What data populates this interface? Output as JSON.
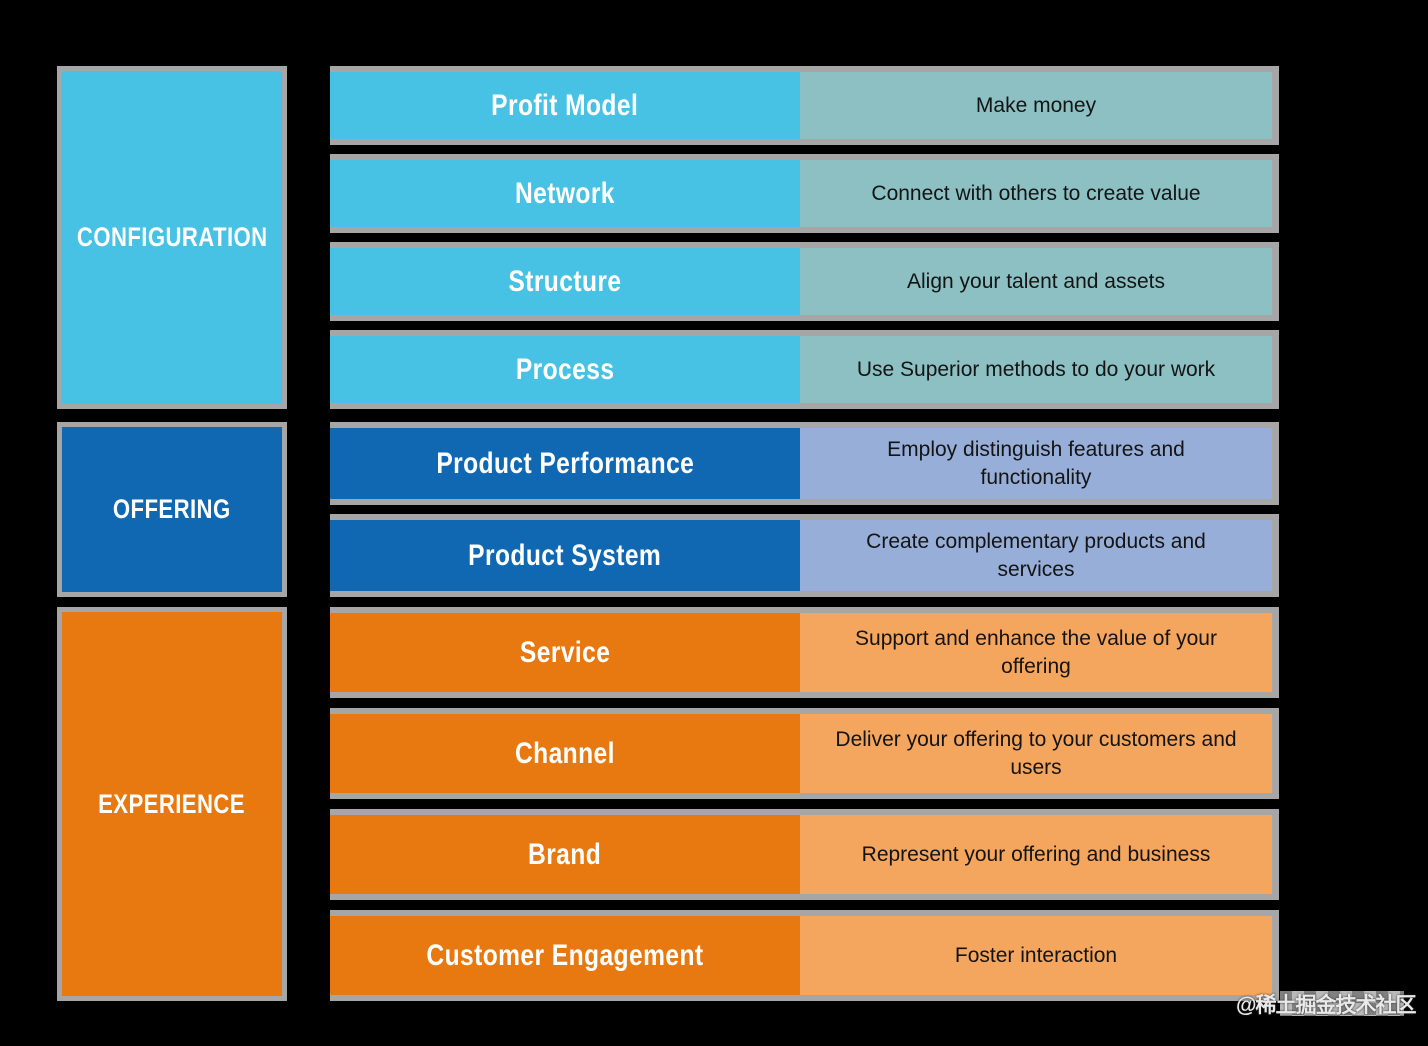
{
  "colors": {
    "background": "#000000",
    "border_gray": "#a6a6a6",
    "label_text": "#ffffff",
    "description_text": "#141414",
    "configuration_accent": "#47c1e4",
    "configuration_description_bg": "#8cc0c3",
    "offering_accent": "#1068b2",
    "offering_description_bg": "#97aed8",
    "experience_accent": "#e87910",
    "experience_description_bg": "#f4a55e"
  },
  "sections": [
    {
      "name": "CONFIGURATION",
      "color": "#47c1e4",
      "desc_color": "#8cc0c3",
      "rows": [
        {
          "label": "Profit Model",
          "desc": "Make money"
        },
        {
          "label": "Network",
          "desc": "Connect with others to create value"
        },
        {
          "label": "Structure",
          "desc": "Align your talent and assets"
        },
        {
          "label": "Process",
          "desc": "Use Superior methods to do your work"
        }
      ]
    },
    {
      "name": "OFFERING",
      "color": "#1068b2",
      "desc_color": "#97aed8",
      "rows": [
        {
          "label": "Product Performance",
          "desc": "Employ distinguish features and\nfunctionality"
        },
        {
          "label": "Product System",
          "desc": "Create complementary products and\nservices"
        }
      ]
    },
    {
      "name": "EXPERIENCE",
      "color": "#e87910",
      "desc_color": "#f4a55e",
      "rows": [
        {
          "label": "Service",
          "desc": "Support and enhance the value of your\noffering"
        },
        {
          "label": "Channel",
          "desc": "Deliver your offering to your customers and\nusers"
        },
        {
          "label": "Brand",
          "desc": "Represent your offering and business"
        },
        {
          "label": "Customer Engagement",
          "desc": "Foster interaction"
        }
      ]
    }
  ],
  "watermark": {
    "text": "@稀土掘金技术社区"
  }
}
